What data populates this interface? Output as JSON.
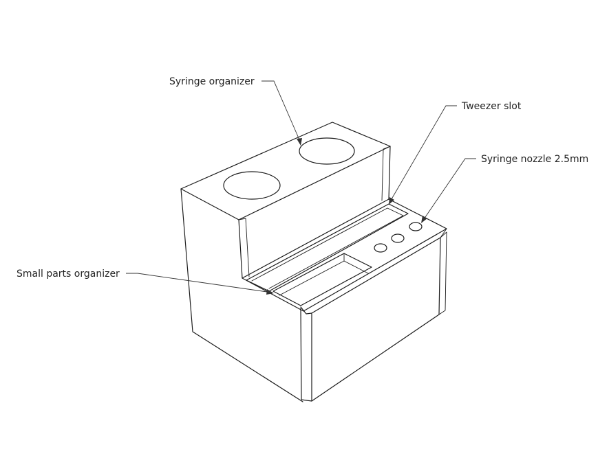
{
  "callouts": {
    "syringe_organizer": "Syringe organizer",
    "tweezer_slot": "Tweezer slot",
    "syringe_nozzle": "Syringe nozzle 2.5mm",
    "small_parts_organizer": "Small parts organizer"
  },
  "colors": {
    "line": "#1c1c1c",
    "leader": "#333333",
    "text": "#222222",
    "background": "#ffffff"
  }
}
